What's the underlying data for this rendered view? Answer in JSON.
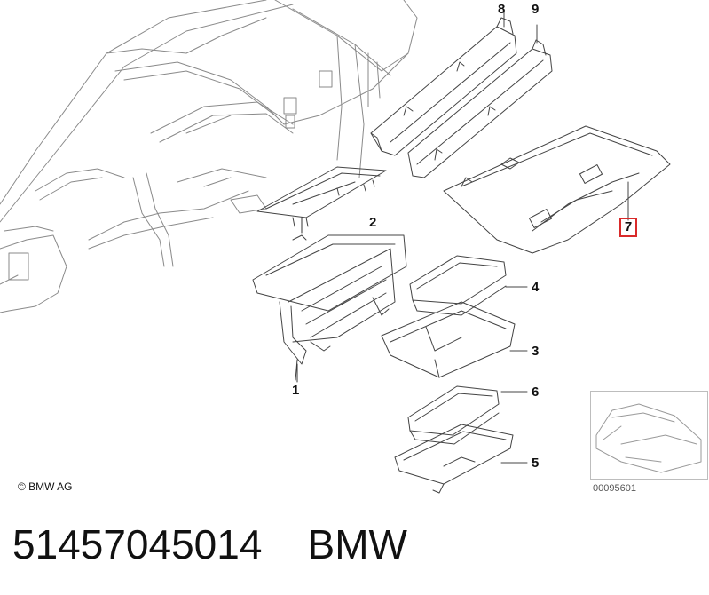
{
  "callouts": {
    "c1": "1",
    "c2": "2",
    "c3": "3",
    "c4": "4",
    "c5": "5",
    "c6": "6",
    "c7": "7",
    "c8": "8",
    "c9": "9"
  },
  "highlight_color": "#d92a2a",
  "copyright": "© BMW AG",
  "diagram_number": "00095601",
  "footer": {
    "part_number": "51457045014",
    "brand": "BMW"
  }
}
